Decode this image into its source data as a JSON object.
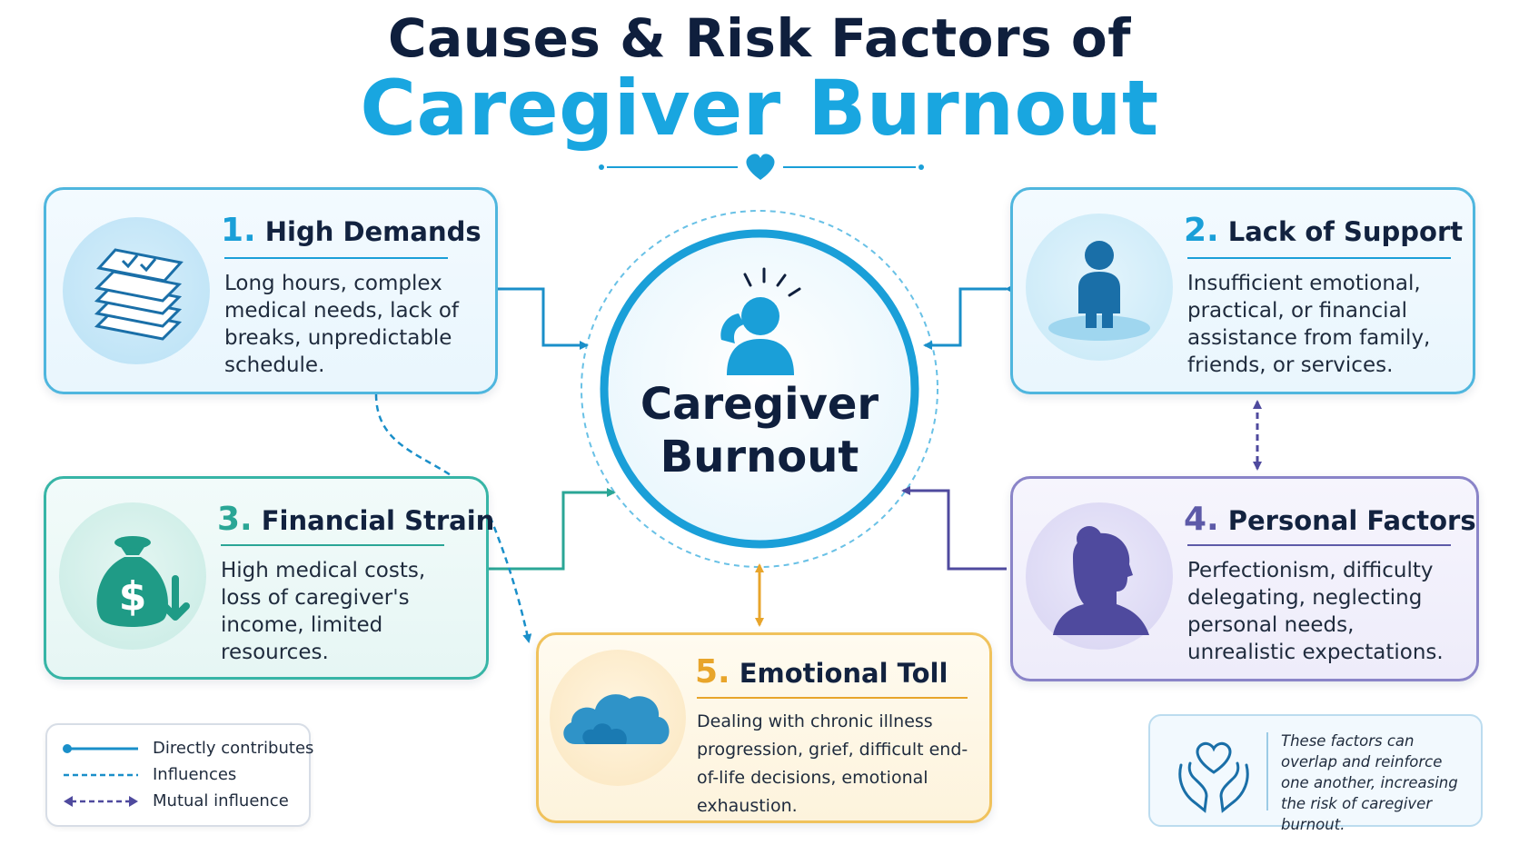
{
  "title": {
    "line1": "Causes & Risk Factors of",
    "line2": "Caregiver Burnout"
  },
  "center": {
    "label_line1": "Caregiver",
    "label_line2": "Burnout",
    "icon": "head-pain-person-icon"
  },
  "factors": [
    {
      "number": "1.",
      "title": "High Demands",
      "color": "#1a9fd8",
      "description": "Long hours, complex medical needs, lack of breaks, unpredictable schedule.",
      "icon": "stacked-checklists-icon"
    },
    {
      "number": "2.",
      "title": "Lack of Support",
      "color": "#1a9fd8",
      "description": "Insufficient emotional, practical, or financial assistance from family, friends, or services.",
      "icon": "lone-person-icon"
    },
    {
      "number": "3.",
      "title": "Financial Strain",
      "color": "#2aa696",
      "description": "High medical costs, loss of caregiver's income, limited resources.",
      "icon": "money-bag-down-arrow-icon"
    },
    {
      "number": "4.",
      "title": "Personal Factors",
      "color": "#5d5aa8",
      "description": "Perfectionism, difficulty delegating, neglecting personal needs, unrealistic expectations.",
      "icon": "woman-profile-icon"
    },
    {
      "number": "5.",
      "title": "Emotional Toll",
      "color": "#e8a52b",
      "description": "Dealing with chronic illness progression, grief, difficult end-of-life decisions, emotional exhaustion.",
      "icon": "cloud-icon"
    }
  ],
  "legend": {
    "direct": "Directly contributes",
    "influences": "Influences",
    "mutual": "Mutual influence"
  },
  "note": {
    "text": "These factors can overlap and reinforce one another, increasing the risk of caregiver burnout.",
    "icon": "heart-in-hands-icon"
  },
  "colors": {
    "blue": "#1a9fd8",
    "teal": "#2aa696",
    "purple": "#5d5aa8",
    "gold": "#e8a52b",
    "navy": "#0f1f3d"
  }
}
